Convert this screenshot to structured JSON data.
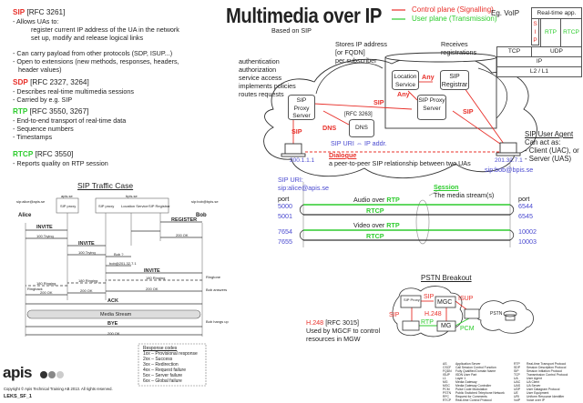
{
  "title": "Multimedia over IP",
  "subtitle": "Based on SIP",
  "legend": {
    "control": "Control plane (Signalling)",
    "user": "User plane (Transmission)",
    "control_color": "#e8302a",
    "user_color": "#2ecc2e"
  },
  "left_notes": {
    "sip": {
      "name": "SIP",
      "ref": "[RFC 3261]",
      "lines": [
        "-  Allows UAs to:",
        "register current IP address of the UA  in the network",
        "set up, modify and release logical links",
        "- Can carry payload from other protocols (SDP, ISUP...)",
        "- Open to extensions (new  methods, responses, headers,",
        "header values)"
      ]
    },
    "sdp": {
      "name": "SDP",
      "ref": "[RFC 2327, 3264]",
      "lines": [
        "- Describes real-time multimedia sessions",
        "- Carried by e.g. SIP"
      ]
    },
    "rtp": {
      "name": "RTP",
      "ref": "[RFC 3550, 3267]",
      "lines": [
        "- End-to-end  transport of real-time data",
        "- Sequence numbers",
        "- Timestamps"
      ]
    },
    "rtcp": {
      "name": "RTCP",
      "ref": "[RFC 3550]",
      "lines": [
        "- Reports quality on RTP session"
      ]
    }
  },
  "stack": {
    "label": "Eg. VoIP",
    "app": "Real-time app.",
    "sip": "SIP",
    "rtp": "RTP",
    "rtcp": "RTCP",
    "tcp": "TCP",
    "udp": "UDP",
    "ip": "IP",
    "l2": "L2 / L1"
  },
  "network": {
    "proxy_notes": [
      "authentication",
      "authorization",
      "service access",
      "implements policies",
      "routes requests"
    ],
    "stores_note": [
      "Stores IP address",
      "[or FQDN]",
      "per subscriber"
    ],
    "receives_note": [
      "Receives",
      "registrations"
    ],
    "location_service": "Location Service",
    "sip_registrar": "SIP Registrar",
    "proxy_left": "SIP Proxy Server",
    "proxy_right": "SIP Proxy Server",
    "dns": "DNS",
    "dns_ref": "[RFC 3263]",
    "any1": "Any",
    "any2": "Any",
    "sip_label": "SIP",
    "dns_label": "DNS",
    "uri_map": "SIP URI ⇔ IP addr.",
    "dialogue_title": "Dialogue",
    "dialogue_text": "a peer-to-peer SIP relationship between two UAs",
    "alice_ip": "200.1.1.1",
    "bob_ip": "201.32.7.1",
    "bob_uri": "sip:bob@bpis.se",
    "alice_uri_label": "SIP URI:",
    "alice_uri": "sip:alice@apis.se",
    "ua_title": "SIP User Agent",
    "ua_lines": [
      "Can act as:",
      "- Client (UAC), or",
      "- Server (UAS)"
    ]
  },
  "session": {
    "title": "Session",
    "text": "The media stream(s)",
    "port_label": "port",
    "audio_label": "Audio over",
    "video_label": "Video over",
    "rtp": "RTP",
    "rtcp": "RTCP",
    "alice_ports": [
      "5000",
      "5001",
      "7654",
      "7655"
    ],
    "bob_ports": [
      "6544",
      "6545",
      "10002",
      "10003"
    ]
  },
  "traffic": {
    "title": "SIP Traffic Case",
    "alice": "Alice",
    "bob": "Bob",
    "alice_uri": "sip:alice@apis.se",
    "bob_uri": "sip:bob@bpis.se",
    "domain_a": "apis.se",
    "domain_b": "bpis.se",
    "proxy": "SIP proxy",
    "location": "Location Service",
    "registrar": "SIP Registrar",
    "messages": [
      "REGISTER",
      "200 OK",
      "INVITE",
      "100 Trying",
      "INVITE",
      "100 Trying",
      "Bob ?",
      "bob@201.32.7.1",
      "INVITE",
      "180 Ringing",
      "180 Ringing",
      "180 Ringing",
      "200 OK",
      "200 OK",
      "200 OK",
      "ACK",
      "BYE",
      "200 OK"
    ],
    "media": "Media Stream",
    "side_notes": [
      "Ringtone",
      "Ringback",
      "Bob answers",
      "Bob hangs up"
    ]
  },
  "response_codes": {
    "title": "Response codes",
    "lines": [
      "1xx – Provisional response",
      "2xx – Success",
      "3xx – Redirection",
      "4xx – Request failure",
      "5xx – Server failure",
      "6xx – Global failure"
    ]
  },
  "h248": {
    "name": "H.248",
    "ref": "[RFC 3015]",
    "lines": [
      "Used by MGCF to control",
      "resources in MGW"
    ]
  },
  "pstn": {
    "title": "PSTN  Breakout",
    "proxy": "SIP Proxy",
    "mgc": "MGC",
    "mg": "MG",
    "sip1": "SIP",
    "sip2": "SIP",
    "isup": "ISUP",
    "h248": "H.248",
    "rtp": "RTP",
    "pcm": "PCM",
    "pstn": "PSTN"
  },
  "glossary": [
    [
      "AS",
      "Application Server"
    ],
    [
      "CSCF",
      "Call Session Control Function"
    ],
    [
      "FQDN",
      "Fully Qualified Domain Name"
    ],
    [
      "ISUP",
      "ISDN User Part"
    ],
    [
      "L1",
      "Layer 1"
    ],
    [
      "MG",
      "Media Gateway"
    ],
    [
      "MGC",
      "Media Gateway Controller"
    ],
    [
      "PCM",
      "Pulse Code Modulation"
    ],
    [
      "PSTN",
      "Public Switched Telephone Network"
    ],
    [
      "RFC",
      "Request for Comments"
    ],
    [
      "RTCP",
      "Real-time Control Protocol"
    ],
    [
      "RTP",
      "Real-time Transport Protocol"
    ],
    [
      "SDP",
      "Session Description Protocol"
    ],
    [
      "SIP",
      "Session Initiation Protocol"
    ],
    [
      "TCP",
      "Transmission Control Protocol"
    ],
    [
      "UA",
      "User Agent"
    ],
    [
      "UAC",
      "UA Client"
    ],
    [
      "UAS",
      "UA Server"
    ],
    [
      "UDP",
      "User Datagram Protocol"
    ],
    [
      "UE",
      "User Equipment"
    ],
    [
      "URI",
      "Uniform Resource Identifier"
    ],
    [
      "VoIP",
      "Voice over IP"
    ]
  ],
  "footer": {
    "logo": "apis",
    "copyright": "Copyright © Apis Technical Training AB 2013. All rights reserved.",
    "code": "LEKS_SF_1"
  }
}
